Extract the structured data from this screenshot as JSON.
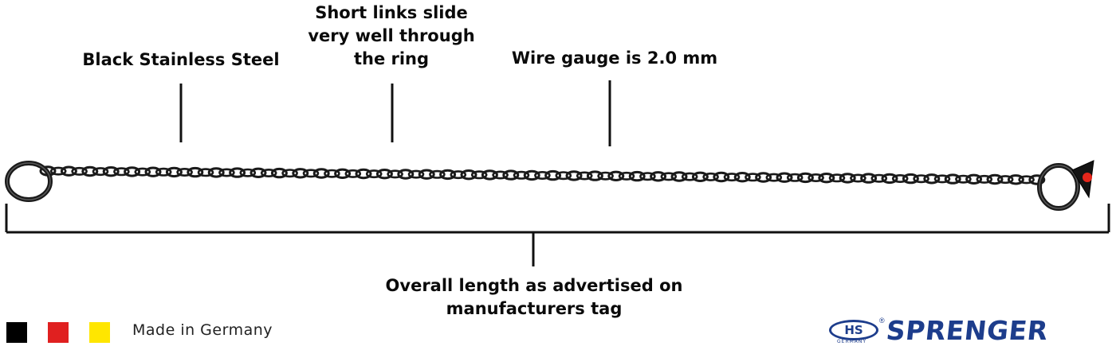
{
  "annotations": {
    "material": "Black Stainless Steel",
    "links": [
      "Short links slide",
      "very well through",
      "the ring"
    ],
    "gauge": "Wire gauge is 2.0 mm",
    "length": [
      "Overall length as advertised on",
      "manufacturers tag"
    ]
  },
  "footer": {
    "origin": "Made in Germany",
    "flag_colors": [
      "#000000",
      "#e02020",
      "#ffe600"
    ]
  },
  "brand": {
    "mark": "HS",
    "mark_sub": "GERMANY",
    "registered": "®",
    "name": "SPRENGER",
    "color": "#1d3d8c"
  },
  "product": {
    "chain_color": "#1a1a1a",
    "tag_gem_color": "#e5261b"
  }
}
